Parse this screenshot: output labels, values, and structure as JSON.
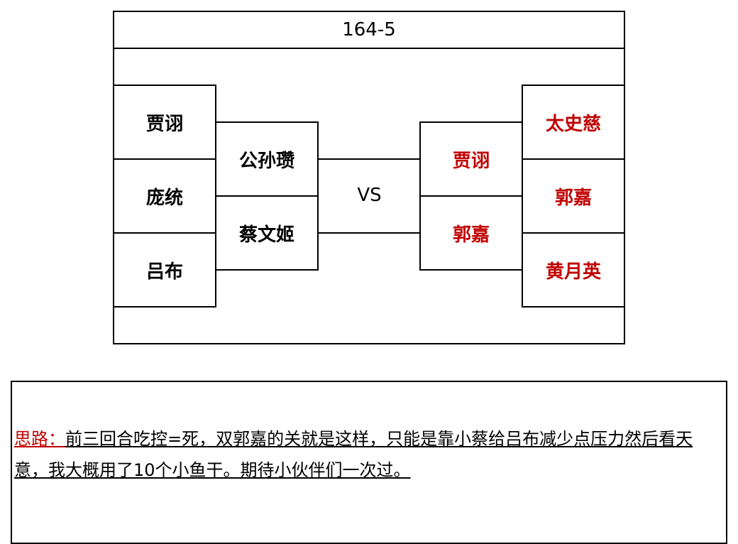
{
  "diagram": {
    "title": "164-5",
    "vs_label": "VS",
    "left_outer": [
      "贾诩",
      "庞统",
      "吕布"
    ],
    "left_inner": [
      "公孙瓒",
      "蔡文姬"
    ],
    "right_inner": [
      "贾诩",
      "郭嘉"
    ],
    "right_outer": [
      "太史慈",
      "郭嘉",
      "黄月英"
    ],
    "colors": {
      "enemy": "#c00000",
      "ally": "#000000"
    }
  },
  "note": {
    "label": "思路：",
    "text": "前三回合吃控=死，双郭嘉的关就是这样，只能是靠小蔡给吕布减少点压力然后看天意，我大概用了10个小鱼干。期待小伙伴们一次过。"
  }
}
